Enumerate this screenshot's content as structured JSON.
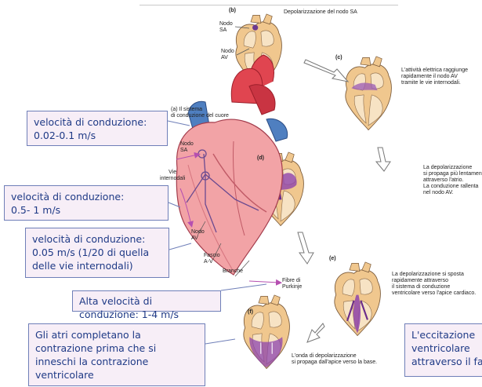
{
  "small_labels": {
    "b_letter": "(b)",
    "b_caption": "Depolarizzazione del nodo SA",
    "b_nodo_sa": "Nodo\nSA",
    "b_nodo_av": "Nodo\nAV",
    "c_letter": "(c)",
    "c_caption": "L'attività elettrica raggiunge\nrapidamente il nodo AV\ntramite le vie internodali.",
    "d_letter": "(d)",
    "d_caption": "La depolarizzazione\nsi propaga più lentamente\nattraverso l'atrio.\nLa conduzione rallenta\nnel nodo AV.",
    "e_letter": "(e)",
    "e_caption": "La depolarizzazione si sposta\nrapidamente attraverso\nil sistema di conduzione\nventricolare verso l'apice cardiaco.",
    "f_letter": "(f)",
    "f_caption": "L'onda di depolarizzazione\nsi propaga dall'apice verso la base.",
    "a_title": "(a) Il sistema\ndi conduzione del cuore",
    "a_nodo_sa": "Nodo\nSA",
    "a_vie": "Vie\ninternodali",
    "a_nodo_av": "Nodo\nAV",
    "a_fascio": "Fascio\nA-V",
    "a_branche": "Branche",
    "a_fibre": "Fibre di\nPurkinje"
  },
  "callouts": {
    "c1": [
      "velocità di conduzione:",
      "0.02-0.1 m/s"
    ],
    "c2": [
      "velocità di conduzione:",
      "0.5- 1 m/s"
    ],
    "c3": [
      "velocità di conduzione:",
      "0.05 m/s (1/20 di quella",
      "delle vie internodali)"
    ],
    "c4": "Alta velocità di conduzione: 1-4 m/s",
    "c5": [
      "Gli atri completano la",
      "contrazione prima che si",
      "inneschi la contrazione",
      "ventricolare"
    ],
    "c6": [
      "L'eccitazione",
      "ventricolare",
      "attraverso il fa"
    ]
  },
  "colors": {
    "callout_bg": "#f7eef7",
    "callout_border": "#6f7fb8",
    "callout_text": "#1f3a86",
    "heart_tissue": "#f0c78e",
    "depolarization": "#8e44ad",
    "aorta": "#e04550",
    "vessels_blue": "#4f7fc0"
  }
}
